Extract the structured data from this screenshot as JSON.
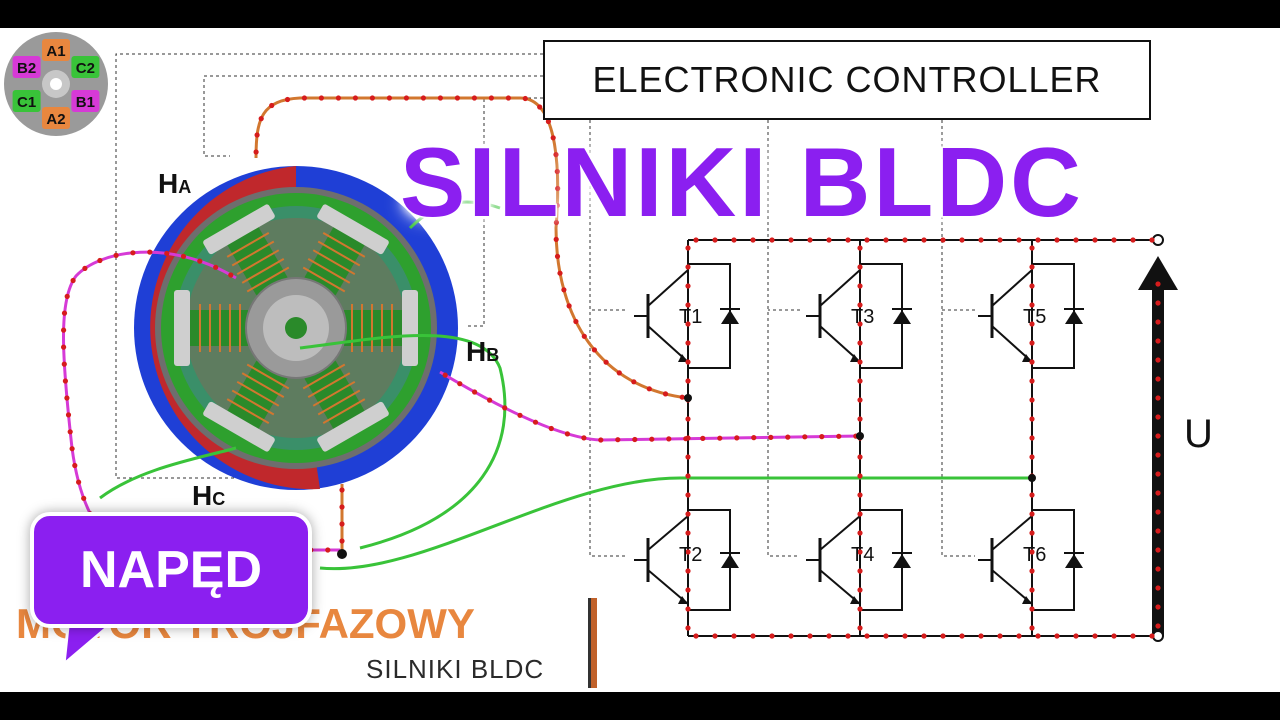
{
  "title": "SILNIKI BLDC",
  "controller_label": "ELECTRONIC CONTROLLER",
  "callout": "NAPĘD",
  "brand": {
    "big": "MOTOR TRÓJFAZOWY",
    "small": "SILNIKI BLDC"
  },
  "hall_sensors": {
    "a": {
      "main": "H",
      "sub": "A"
    },
    "b": {
      "main": "H",
      "sub": "B"
    },
    "c": {
      "main": "H",
      "sub": "C"
    }
  },
  "transistors": [
    "T1",
    "T3",
    "T5",
    "T2",
    "T4",
    "T6"
  ],
  "supply_label": "U",
  "logo_segments": [
    "A1",
    "C2",
    "B1",
    "A2",
    "C1",
    "B2"
  ],
  "colors": {
    "title": "#8b1ff0",
    "callout": "#8b1ff0",
    "brand": "#e8873f",
    "wire_magenta": "#d63ad6",
    "wire_orange": "#d2772f",
    "wire_green": "#39c339",
    "current_dots": "#d61c1c",
    "rotor_red": "#c0282c",
    "rotor_blue": "#1f3fd6",
    "stator_green": "#2ea02e"
  }
}
